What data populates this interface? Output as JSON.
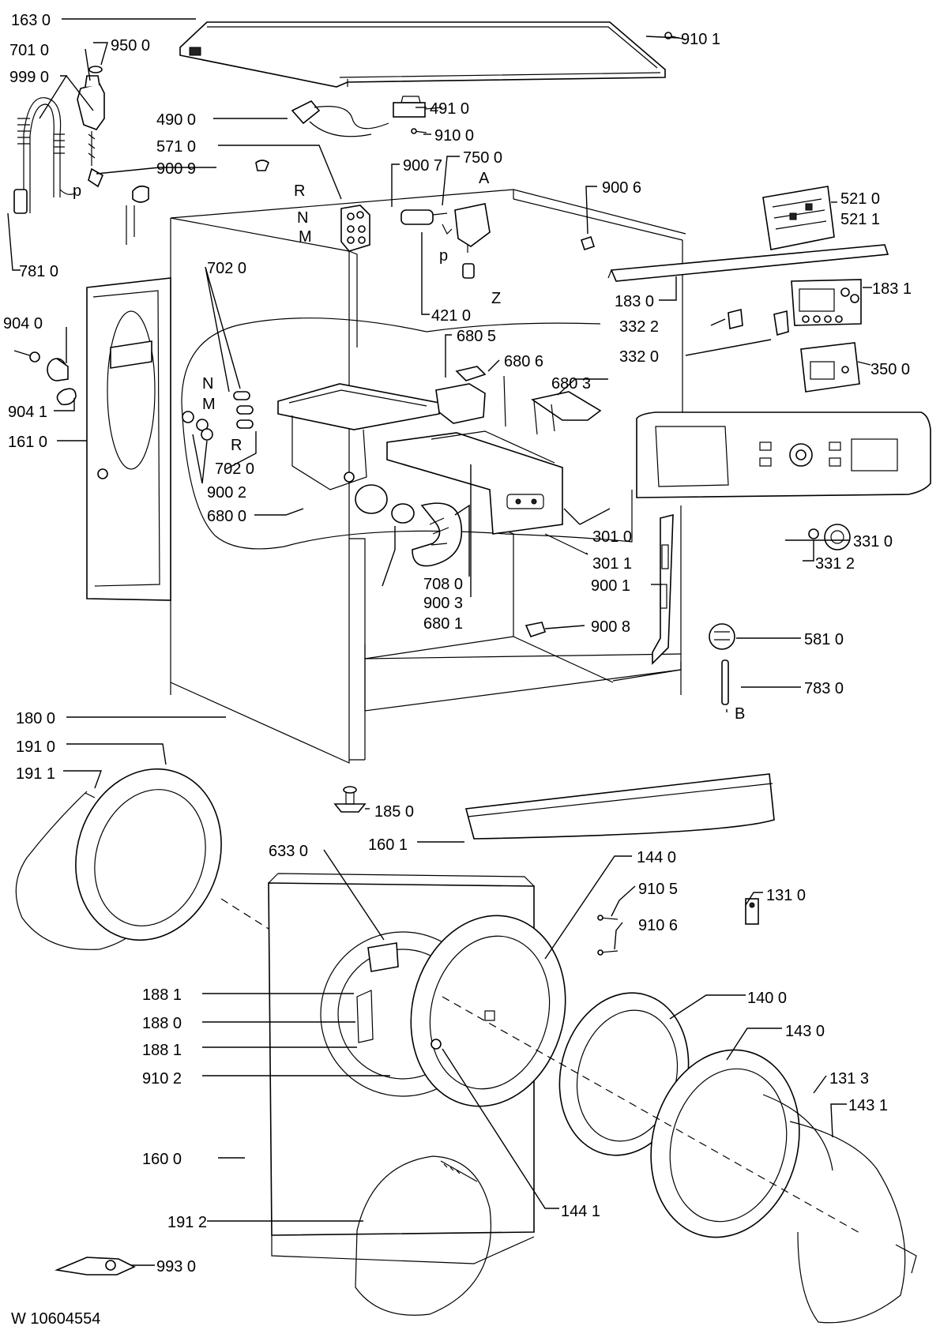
{
  "diagram": {
    "doc_code": "W 10604554",
    "parts": {
      "p1630": "163 0",
      "p9101": "910 1",
      "p7010": "701 0",
      "p9500": "950 0",
      "p9990": "999 0",
      "p4900": "490 0",
      "p4910": "491 0",
      "p5710": "571 0",
      "p9100": "910 0",
      "p9009": "900 9",
      "p9007": "900 7",
      "p7500": "750 0",
      "p9006": "900 6",
      "p5210": "521 0",
      "p5211": "521 1",
      "p7810": "781 0",
      "p4210": "421 0",
      "p1830": "183 0",
      "p1831": "183 1",
      "p7020a": "702 0",
      "p9040": "904 0",
      "p3322": "332 2",
      "p3320": "332 0",
      "p6805": "680 5",
      "p6806": "680 6",
      "p3500": "350 0",
      "p6803": "680 3",
      "p9041": "904 1",
      "p1610": "161 0",
      "p7020b": "702 0",
      "p9002": "900 2",
      "p6800": "680 0",
      "p3010": "301 0",
      "p3011": "301 1",
      "p3310": "331 0",
      "p3312": "331 2",
      "p7080": "708 0",
      "p9003": "900 3",
      "p6801": "680 1",
      "p9001": "900 1",
      "p9008": "900 8",
      "p5810": "581 0",
      "p7830": "783 0",
      "p1800": "180 0",
      "p1910": "191 0",
      "p1911": "191 1",
      "p1850": "185 0",
      "p6330": "633 0",
      "p1601": "160 1",
      "p1440": "144 0",
      "p9105": "910 5",
      "p1310": "131 0",
      "p9106": "910 6",
      "p1881a": "188 1",
      "p1880": "188 0",
      "p1881b": "188 1",
      "p1400": "140 0",
      "p1430": "143 0",
      "p9102": "910 2",
      "p1313": "131 3",
      "p1431": "143 1",
      "p1600": "160 0",
      "p1441": "144 1",
      "p1912": "191 2",
      "p9930": "993 0"
    },
    "letters": {
      "p_hose": "p",
      "p_valve": "p",
      "A": "A",
      "Z": "Z",
      "B": "B",
      "R_valve": "R",
      "N_valve": "N",
      "M_valve": "M",
      "N_disp": "N",
      "M_disp": "M",
      "R_disp": "R"
    }
  }
}
